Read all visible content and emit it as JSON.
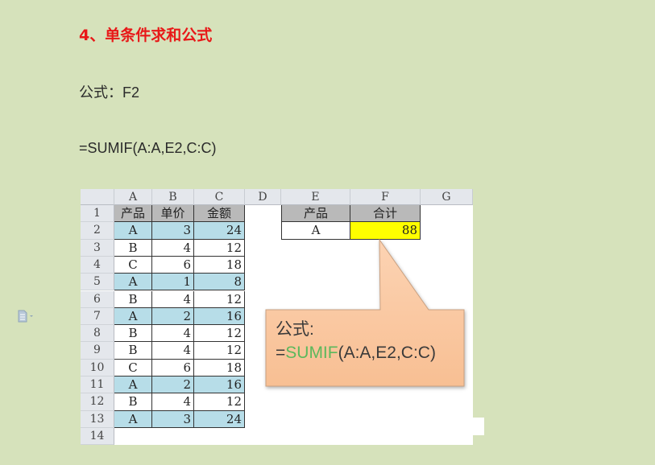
{
  "article": {
    "heading": "4、单条件求和公式",
    "formula_label": "公式：F2",
    "formula": "=SUMIF(A:A,E2,C:C)"
  },
  "side_icon": "document-icon",
  "sheet": {
    "columns": [
      "A",
      "B",
      "C",
      "D",
      "E",
      "F",
      "G"
    ],
    "row_numbers": [
      "1",
      "2",
      "3",
      "4",
      "5",
      "6",
      "7",
      "8",
      "9",
      "10",
      "11",
      "12",
      "13",
      "14"
    ],
    "table1": {
      "headers": [
        "产品",
        "单价",
        "金额"
      ],
      "rows": [
        {
          "product": "A",
          "price": "3",
          "amount": "24",
          "highlight": true
        },
        {
          "product": "B",
          "price": "4",
          "amount": "12",
          "highlight": false
        },
        {
          "product": "C",
          "price": "6",
          "amount": "18",
          "highlight": false
        },
        {
          "product": "A",
          "price": "1",
          "amount": "8",
          "highlight": true
        },
        {
          "product": "B",
          "price": "4",
          "amount": "12",
          "highlight": false
        },
        {
          "product": "A",
          "price": "2",
          "amount": "16",
          "highlight": true
        },
        {
          "product": "B",
          "price": "4",
          "amount": "12",
          "highlight": false
        },
        {
          "product": "B",
          "price": "4",
          "amount": "12",
          "highlight": false
        },
        {
          "product": "C",
          "price": "6",
          "amount": "18",
          "highlight": false
        },
        {
          "product": "A",
          "price": "2",
          "amount": "16",
          "highlight": true
        },
        {
          "product": "B",
          "price": "4",
          "amount": "12",
          "highlight": false
        },
        {
          "product": "A",
          "price": "3",
          "amount": "24",
          "highlight": true
        }
      ]
    },
    "table2": {
      "headers": [
        "产品",
        "合计"
      ],
      "product": "A",
      "total": "88"
    },
    "callout": {
      "label": "公式:",
      "eq": "=",
      "func": "SUMIF",
      "args": "(A:A,E2,C:C)"
    }
  },
  "colors": {
    "background": "#d6e2bb",
    "heading": "#e81818",
    "highlight_row": "#b7dde8",
    "result_cell": "#ffff00",
    "callout_fill": "#fbc9a4",
    "func_green": "#5cb85c"
  }
}
